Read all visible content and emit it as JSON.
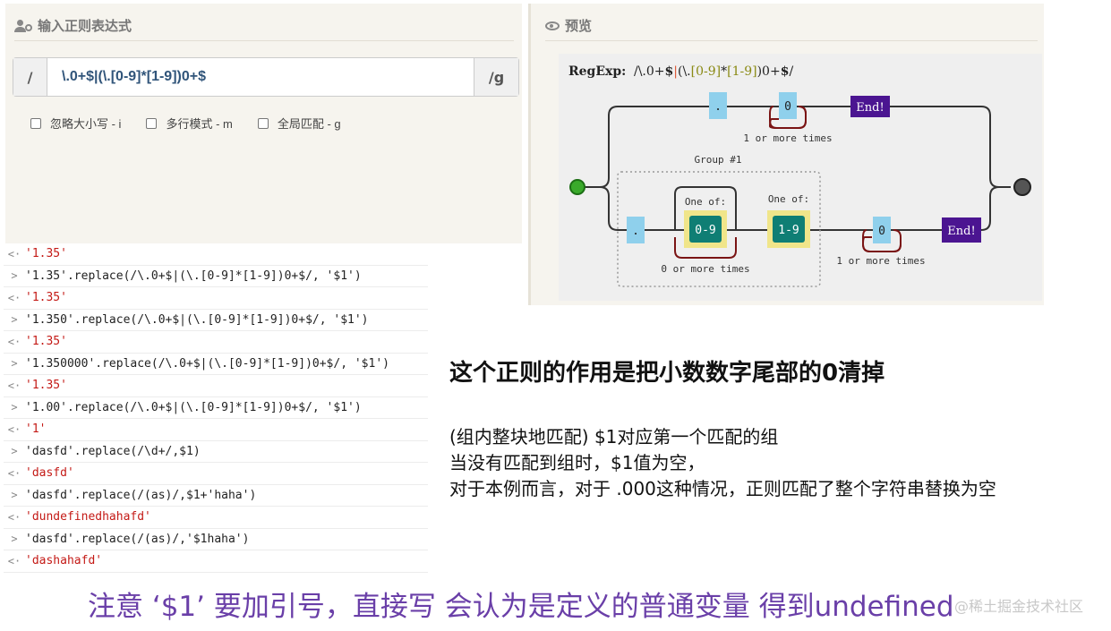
{
  "editor": {
    "title": "输入正则表达式",
    "prefix": "/",
    "pattern": "\\.0+$|(\\.[0-9]*[1-9])0+$",
    "suffix": "/g",
    "flags": [
      {
        "label": "忽略大小写 - i"
      },
      {
        "label": "多行模式 - m"
      },
      {
        "label": "全局匹配 - g"
      }
    ]
  },
  "preview": {
    "title": "预览",
    "regexp_label": "RegExp:",
    "regexp": {
      "open": "/",
      "p1": "\\.0+",
      "dollar1": "$",
      "pipe": "|",
      "p2": "(\\.",
      "class1": "[0-9]",
      "star": "*",
      "class2": "[1-9]",
      "p3": ")0+",
      "dollar2": "$",
      "close": "/"
    },
    "top_path": {
      "dot": ".",
      "zero": "0",
      "repeat": "1 or more times",
      "end": "End!"
    },
    "group_label": "Group #1",
    "group": {
      "dot": ".",
      "one_of_1": "One of:",
      "range_1": "0-9",
      "repeat_1": "0 or more times",
      "one_of_2": "One of:",
      "range_2": "1-9"
    },
    "bottom_path": {
      "zero": "0",
      "repeat": "1 or more times",
      "end": "End!"
    }
  },
  "console": [
    {
      "type": "out",
      "text": "'1.35'"
    },
    {
      "type": "in",
      "text": "'1.35'.replace(/\\.0+$|(\\.[0-9]*[1-9])0+$/, '$1')"
    },
    {
      "type": "out",
      "text": "'1.35'"
    },
    {
      "type": "in",
      "text": "'1.350'.replace(/\\.0+$|(\\.[0-9]*[1-9])0+$/, '$1')"
    },
    {
      "type": "out",
      "text": "'1.35'"
    },
    {
      "type": "in",
      "text": "'1.350000'.replace(/\\.0+$|(\\.[0-9]*[1-9])0+$/, '$1')"
    },
    {
      "type": "out",
      "text": "'1.35'"
    },
    {
      "type": "in",
      "text": "'1.00'.replace(/\\.0+$|(\\.[0-9]*[1-9])0+$/, '$1')"
    },
    {
      "type": "out",
      "text": "'1'"
    },
    {
      "type": "in",
      "text": "'dasfd'.replace(/\\d+/,$1)"
    },
    {
      "type": "out",
      "text": "'dasfd'"
    },
    {
      "type": "in",
      "text": "'dasfd'.replace(/(as)/,$1+'haha')"
    },
    {
      "type": "out",
      "text": "'dundefinedhahafd'"
    },
    {
      "type": "in",
      "text": "'dasfd'.replace(/(as)/,'$1haha')"
    },
    {
      "type": "out",
      "text": "'dashahafd'"
    }
  ],
  "notes": {
    "title": "这个正则的作用是把小数数字尾部的0清掉",
    "lines": [
      "(组内整块地匹配) $1对应第一个匹配的组",
      "当没有匹配到组时，$1值为空，",
      "对于本例而言，对于 .000这种情况，正则匹配了整个字符串替换为空"
    ],
    "bottom": "注意 ‘$1’ 要加引号，直接写 会认为是定义的普通变量 得到undefined"
  },
  "watermark": "@稀土掘金技术社区",
  "colors": {
    "literal": "#8fd0ec",
    "range_bg": "#f0e58a",
    "range_fg": "#0f7e74",
    "end": "#4b1591",
    "repeat_loop": "#7a1414",
    "start": "#3aaa2b",
    "finish": "#555555",
    "bottom_note": "#6a3fa8"
  }
}
